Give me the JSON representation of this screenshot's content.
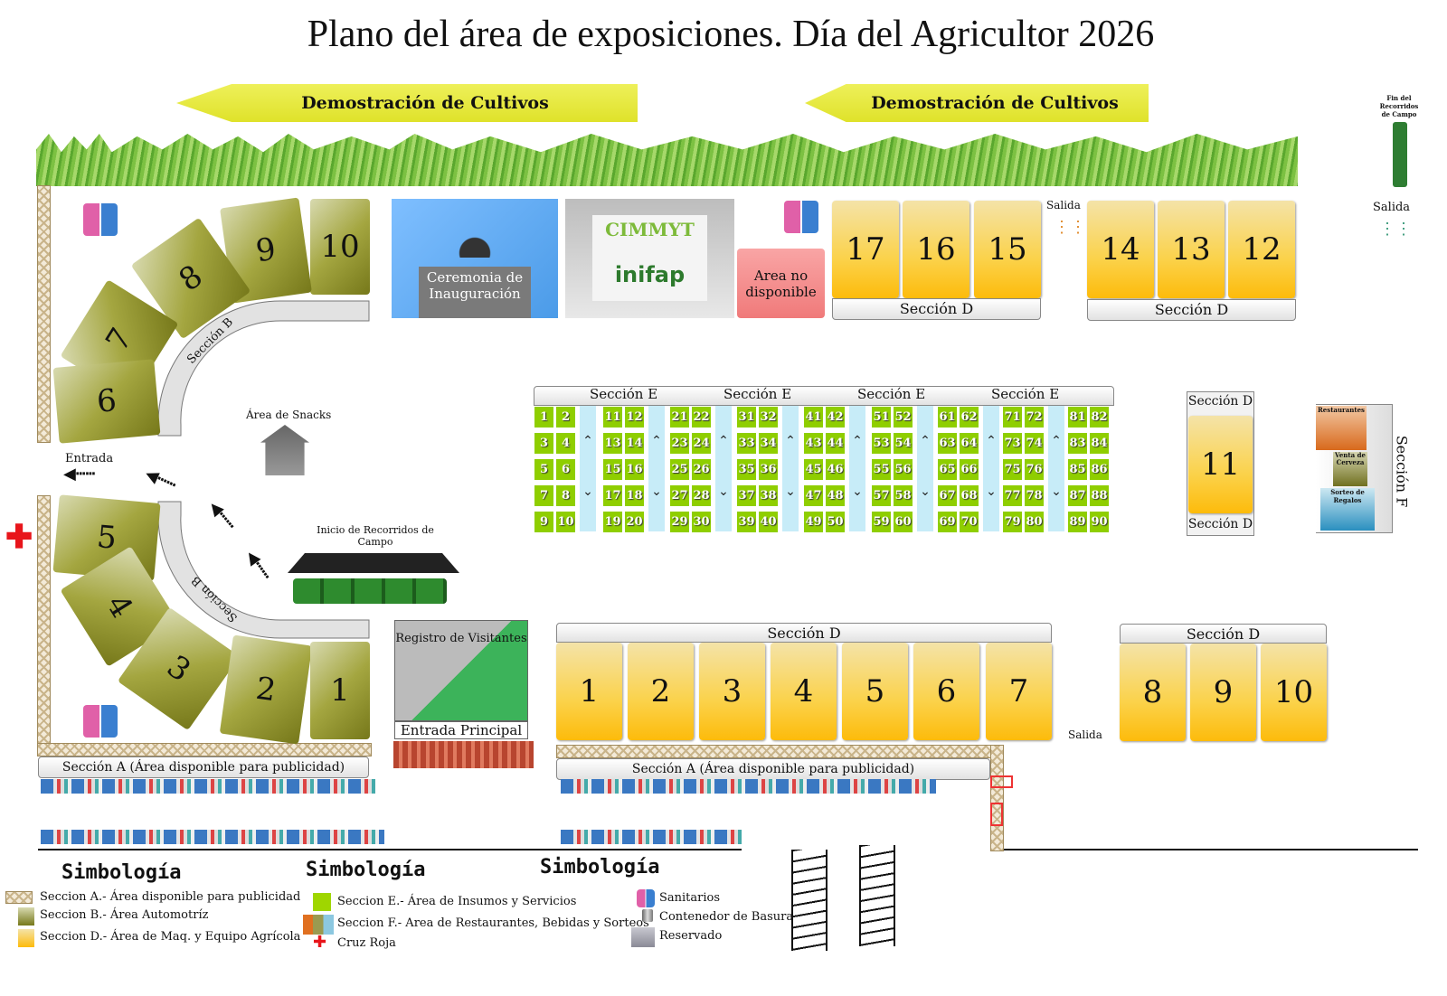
{
  "title": "Plano del área de exposiciones. Día del Agricultor 2026",
  "banners": [
    "Demostración de Cultivos",
    "Demostración de Cultivos"
  ],
  "fin_recorridos": "Fin del Recorridos de Campo",
  "salida": "Salida",
  "section_b": {
    "label": "Sección B",
    "top_booths": [
      "10",
      "9",
      "8",
      "7",
      "6"
    ],
    "bottom_booths": [
      "5",
      "4",
      "3",
      "2",
      "1"
    ]
  },
  "ceremonia": "Ceremonia de Inauguración",
  "cimmyt": "CIMMYT",
  "inifap": "inifap",
  "area_no_disponible": "Area no disponible",
  "section_d_label": "Sección D",
  "section_d_top_left": [
    "17",
    "16",
    "15"
  ],
  "section_d_top_right": [
    "14",
    "13",
    "12"
  ],
  "section_d_11": "11",
  "section_d_bottom_left": [
    "1",
    "2",
    "3",
    "4",
    "5",
    "6",
    "7"
  ],
  "section_d_bottom_right": [
    "8",
    "9",
    "10"
  ],
  "section_e": {
    "label": "Sección E",
    "pairs": [
      [
        "1",
        "2",
        "3",
        "4",
        "5",
        "6",
        "7",
        "8",
        "9",
        "10"
      ],
      [
        "11",
        "12",
        "13",
        "14",
        "15",
        "16",
        "17",
        "18",
        "19",
        "20"
      ],
      [
        "21",
        "22",
        "23",
        "24",
        "25",
        "26",
        "27",
        "28",
        "29",
        "30"
      ],
      [
        "31",
        "32",
        "33",
        "34",
        "35",
        "36",
        "37",
        "38",
        "39",
        "40"
      ],
      [
        "41",
        "42",
        "43",
        "44",
        "45",
        "46",
        "47",
        "48",
        "49",
        "50"
      ],
      [
        "51",
        "52",
        "53",
        "54",
        "55",
        "56",
        "57",
        "58",
        "59",
        "60"
      ],
      [
        "61",
        "62",
        "63",
        "64",
        "65",
        "66",
        "67",
        "68",
        "69",
        "70"
      ],
      [
        "71",
        "72",
        "73",
        "74",
        "75",
        "76",
        "77",
        "78",
        "79",
        "80"
      ],
      [
        "81",
        "82",
        "83",
        "84",
        "85",
        "86",
        "87",
        "88",
        "89",
        "90"
      ]
    ]
  },
  "section_f": {
    "label": "Sección F",
    "restaurantes": "Restaurantes",
    "cerveza": "Venta de Cerveza",
    "sorteo": "Sorteo de Regalos"
  },
  "snacks": "Área de Snacks",
  "entrada": "Entrada",
  "inicio_recorridos": "Inicio de Recorridos de Campo",
  "registro": "Registro de Visitantes",
  "entrada_principal": "Entrada Principal",
  "section_a_label": "Sección A (Área disponible para publicidad)",
  "legend": {
    "heading": "Simbología",
    "col1": [
      "Seccion A.- Área disponible para publicidad",
      "Seccion B.- Área Automotríz",
      "Seccion D.- Área de Maq. y Equipo Agrícola"
    ],
    "col2": [
      "Seccion E.- Área de Insumos y Servicios",
      "Seccion F.- Area de Restaurantes, Bebidas y Sorteos",
      "Cruz Roja"
    ],
    "col3": [
      "Sanitarios",
      "Contenedor de Basura",
      "Reservado"
    ]
  },
  "colors": {
    "section_b": "#a4a640",
    "section_d": "#fdbb0b",
    "section_e": "#8fce00",
    "aisle": "#c7ecf8",
    "banner": "#e6e632",
    "cross": "#e8151b"
  }
}
